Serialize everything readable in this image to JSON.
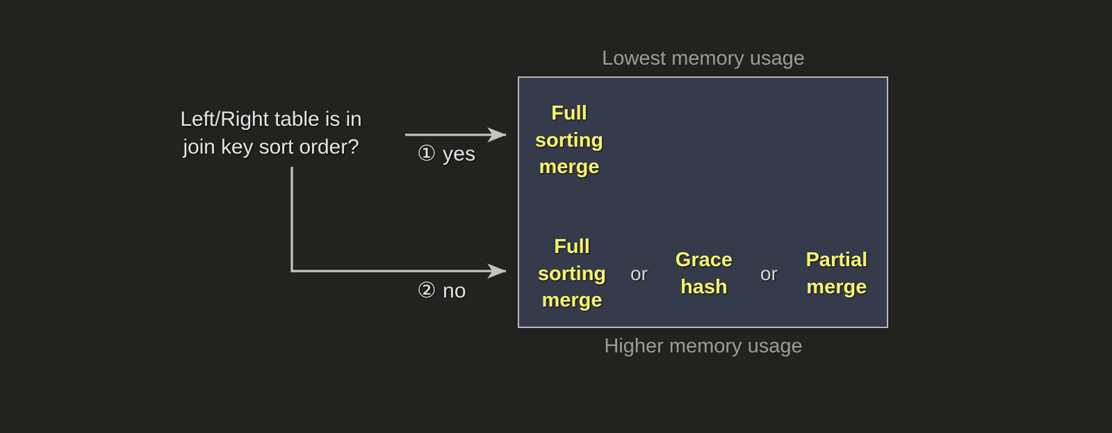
{
  "theme": {
    "background": "#222320",
    "panel_fill": "#353b4b",
    "panel_border": "#b9b9b7",
    "accent_yellow": "#f7f56a",
    "text_primary": "#e4e4e2",
    "text_muted": "#9b9b99",
    "connector": "#c3c3c1"
  },
  "decision": {
    "question": "Left/Right table is in\njoin key sort order?"
  },
  "branches": [
    {
      "marker": "①",
      "label": "yes"
    },
    {
      "marker": "②",
      "label": "no"
    }
  ],
  "captions": {
    "top": "Lowest memory usage",
    "bottom": "Higher memory usage"
  },
  "panel": {
    "rows": [
      {
        "branch": "yes",
        "options": [
          {
            "label": "Full\nsorting\nmerge"
          }
        ],
        "conjunctions": []
      },
      {
        "branch": "no",
        "options": [
          {
            "label": "Full\nsorting\nmerge"
          },
          {
            "label": "Grace\nhash"
          },
          {
            "label": "Partial\nmerge"
          }
        ],
        "conjunctions": [
          {
            "label": "or"
          },
          {
            "label": "or"
          }
        ]
      }
    ]
  }
}
